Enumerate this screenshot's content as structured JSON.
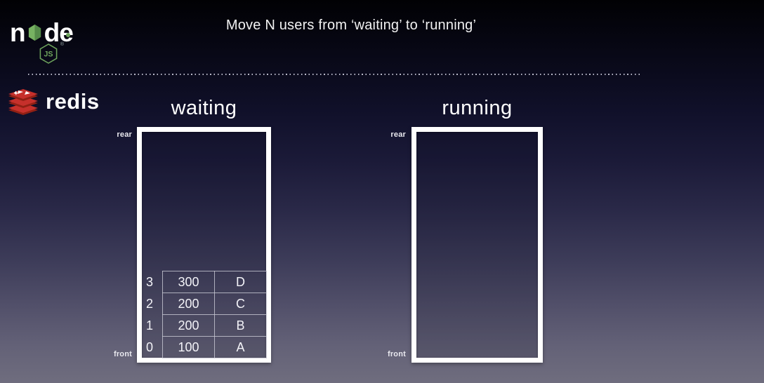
{
  "header": {
    "title": "Move N users from ‘waiting’ to ‘running’"
  },
  "branding": {
    "nodejs": {
      "text_n": "n",
      "text_de": "de",
      "js_label": "JS",
      "registered_mark": "®",
      "green": "#689f63"
    },
    "redis": {
      "label": "redis",
      "red": "#c6302b"
    }
  },
  "queues": {
    "waiting": {
      "title": "waiting",
      "rear_label": "rear",
      "front_label": "front",
      "rows": [
        {
          "index": "3",
          "score": "300",
          "member": "D"
        },
        {
          "index": "2",
          "score": "200",
          "member": "C"
        },
        {
          "index": "1",
          "score": "200",
          "member": "B"
        },
        {
          "index": "0",
          "score": "100",
          "member": "A"
        }
      ]
    },
    "running": {
      "title": "running",
      "rear_label": "rear",
      "front_label": "front",
      "rows": []
    }
  }
}
